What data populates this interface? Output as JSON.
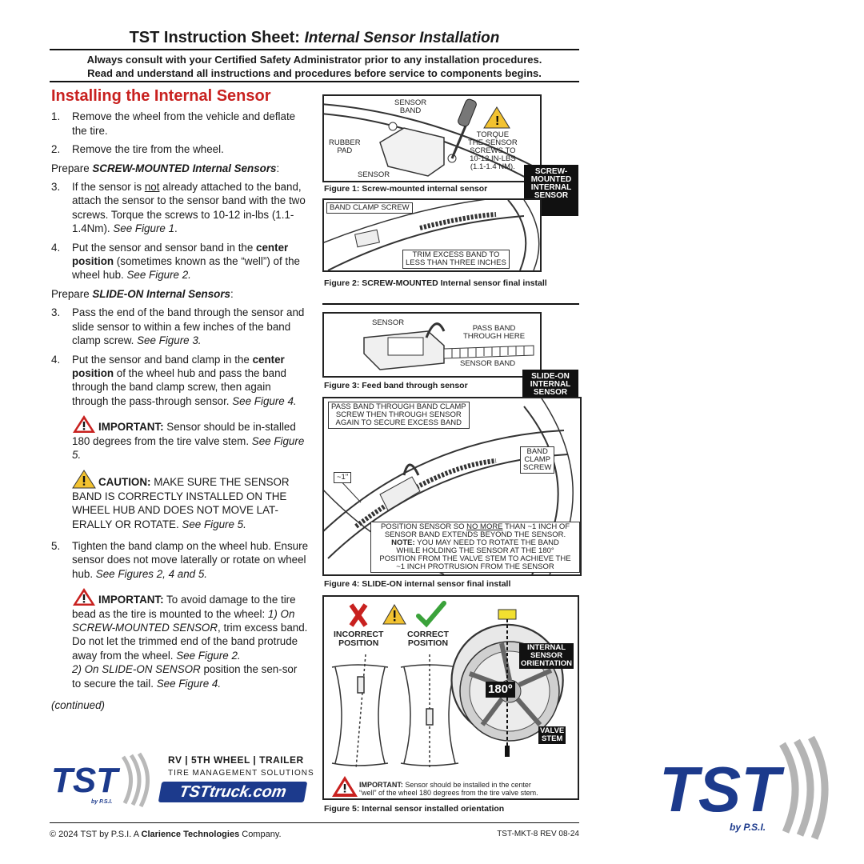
{
  "header": {
    "title_main": "TST Instruction Sheet:",
    "title_sub": "Internal Sensor Installation",
    "notice_line1": "Always consult with your Certified Safety Administrator prior to any installation procedures.",
    "notice_line2": "Read and understand all instructions and procedures before service to components begins."
  },
  "left": {
    "heading": "Installing the Internal Sensor",
    "step1_num": "1.",
    "step1": "Remove the wheel from the vehicle and deflate the tire.",
    "step2_num": "2.",
    "step2": "Remove the tire from the wheel.",
    "prep_screw_a": "Prepare ",
    "prep_screw_b": "SCREW-MOUNTED Internal Sensors",
    "prep_screw_c": ":",
    "s3a_num": "3.",
    "s3a_pre": "If the sensor is ",
    "s3a_not": "not",
    "s3a_post": " already attached to the band, attach the sensor to the sensor band with the two screws. Torque the screws to 10-12 in-lbs (1.1-1.4Nm). ",
    "s3a_see": "See Figure 1",
    "s3a_end": ".",
    "s4a_num": "4.",
    "s4a_pre": "Put the sensor and sensor band in the ",
    "s4a_bold": "center position",
    "s4a_post": " (sometimes known as the “well”) of the wheel hub. ",
    "s4a_see": "See Figure 2.",
    "prep_slide_a": "Prepare ",
    "prep_slide_b": "SLIDE-ON Internal Sensors",
    "prep_slide_c": ":",
    "s3b_num": "3.",
    "s3b_pre": "Pass the end of the band through the sensor and slide sensor to within a few inches of the band clamp screw.  ",
    "s3b_see": "See Figure 3.",
    "s4b_num": "4.",
    "s4b_pre": "Put the sensor and band clamp in the ",
    "s4b_bold": "center position",
    "s4b_post": " of the wheel hub and pass the band through the band clamp screw, then again through the pass-through sensor. ",
    "s4b_see": "See Figure 4.",
    "imp1_label": "IMPORTANT:",
    "imp1_text": " Sensor should be in-stalled 180 degrees from the tire valve stem. ",
    "imp1_see": "See Figure 5.",
    "caution_label": "CAUTION:",
    "caution_text": " MAKE SURE THE SENSOR BAND IS CORRECTLY INSTALLED ON THE WHEEL HUB AND DOES NOT MOVE LAT-ERALLY OR ROTATE. ",
    "caution_see": "See Figure 5.",
    "s5_num": "5.",
    "s5_pre": "Tighten the band clamp on the wheel hub. Ensure sensor does not move laterally or rotate on wheel hub. ",
    "s5_see": "See Figures 2, 4 and 5.",
    "imp2_label": "IMPORTANT:",
    "imp2_text": " To avoid damage to the tire bead as the tire is mounted to the wheel: ",
    "imp2_i1": "1) On SCREW-MOUNTED SENSOR",
    "imp2_t1": ", trim excess band. Do not let the trimmed end of the band protrude away from the wheel. ",
    "imp2_see1": "See Figure 2.",
    "imp2_i2": "2) On SLIDE-ON SENSOR",
    "imp2_t2": " position the sen-sor to secure the tail. ",
    "imp2_see2": "See Figure 4.",
    "continued": "(continued)"
  },
  "fig1": {
    "sensor_band": "SENSOR\nBAND",
    "rubber_pad": "RUBBER\nPAD",
    "sensor": "SENSOR",
    "torque": "TORQUE\nTHE SENSOR\nSCREWS TO\n10-12 IN-LBS\n(1.1-1.4 NM).",
    "caption": "Figure 1: Screw-mounted internal sensor"
  },
  "badge_screw": "SCREW-\nMOUNTED\nINTERNAL\nSENSOR",
  "fig2": {
    "clamp": "BAND CLAMP SCREW",
    "trim": "TRIM EXCESS BAND TO\nLESS THAN THREE INCHES",
    "caption": "Figure 2: SCREW-MOUNTED Internal sensor final install"
  },
  "fig3": {
    "sensor": "SENSOR",
    "pass": "PASS BAND\nTHROUGH HERE",
    "band": "SENSOR BAND",
    "caption": "Figure 3: Feed band through sensor"
  },
  "badge_slide": "SLIDE-ON\nINTERNAL\nSENSOR",
  "fig4": {
    "pass": "PASS BAND THROUGH BAND CLAMP\nSCREW THEN THROUGH SENSOR\nAGAIN TO SECURE EXCESS BAND",
    "clamp": "BAND\nCLAMP\nSCREW",
    "approx": "~1\"",
    "position_pre": "POSITION SENSOR SO ",
    "position_no": "NO MORE",
    "position_post": " THAN ~1 INCH OF\nSENSOR BAND EXTENDS BEYOND THE SENSOR.",
    "note_label": "NOTE:",
    "note_text": " YOU MAY NEED TO ROTATE THE BAND\nWHILE HOLDING THE SENSOR AT THE 180°\nPOSITION FROM THE VALVE STEM TO ACHIEVE THE\n~1 INCH PROTRUSION FROM THE SENSOR",
    "caption": "Figure 4: SLIDE-ON internal sensor final install"
  },
  "fig5": {
    "incorrect": "INCORRECT\nPOSITION",
    "correct": "CORRECT\nPOSITION",
    "orientation": "INTERNAL\nSENSOR\nORIENTATION",
    "degrees": "180º",
    "valve": "VALVE\nSTEM",
    "imp_label": "IMPORTANT:",
    "imp_text": " Sensor should be installed in the center\n“well” of the wheel 180 degrees from the tire valve stem.",
    "caption": "Figure 5: Internal sensor installed orientation"
  },
  "brand": {
    "logo": "TST",
    "by": "by P.S.I.",
    "tagline1": "RV | 5TH WHEEL | TRAILER",
    "tagline2": "TIRE MANAGEMENT SOLUTIONS",
    "url": "TSTtruck.com"
  },
  "footer": {
    "copyright_pre": "© 2024 TST by P.S.I.  A ",
    "company": "Clarience Technologies",
    "copyright_post": " Company.",
    "doc_id": "TST-MKT-8 REV 08-24"
  },
  "colors": {
    "accent_red": "#c8211f",
    "brand_blue": "#1c3a8c",
    "warn_yellow": "#f2c230",
    "check_green": "#3aa23a"
  }
}
